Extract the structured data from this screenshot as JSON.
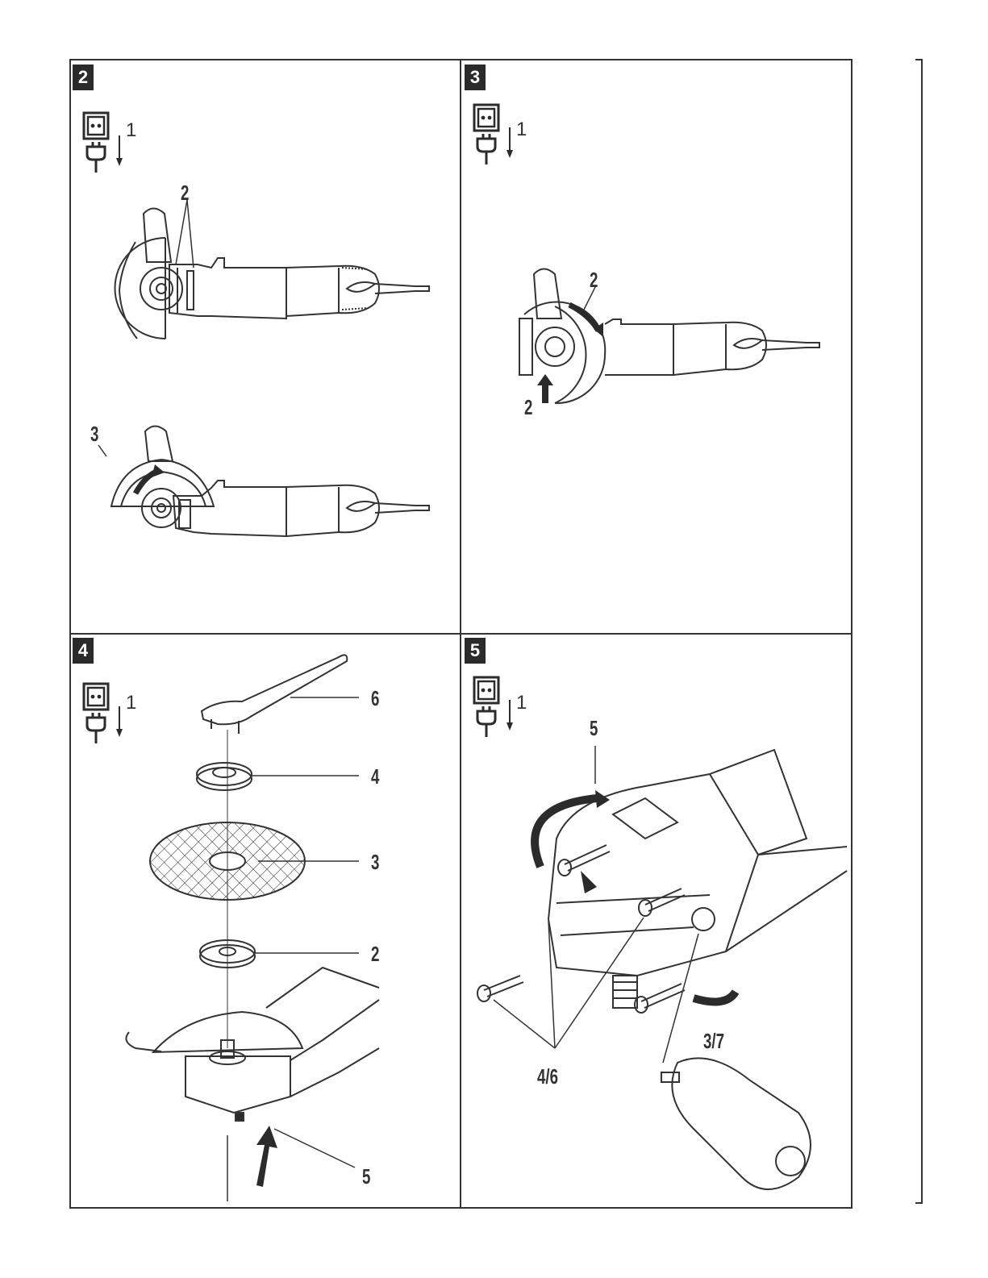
{
  "panels": [
    {
      "number": "2",
      "unplug_step": "1",
      "labels": [
        "2",
        "3"
      ]
    },
    {
      "number": "3",
      "unplug_step": "1",
      "labels": [
        "2",
        "2"
      ]
    },
    {
      "number": "4",
      "unplug_step": "1",
      "labels": [
        "6",
        "4",
        "3",
        "2",
        "5"
      ]
    },
    {
      "number": "5",
      "unplug_step": "1",
      "labels": [
        "5",
        "4/6",
        "3/7"
      ]
    }
  ],
  "icons": {
    "unplug": "socket-plug-icon",
    "rotate": "rotate-arrow-icon",
    "push": "push-arrow-icon"
  },
  "colors": {
    "ink": "#2b2b2b",
    "paper": "#ffffff"
  }
}
